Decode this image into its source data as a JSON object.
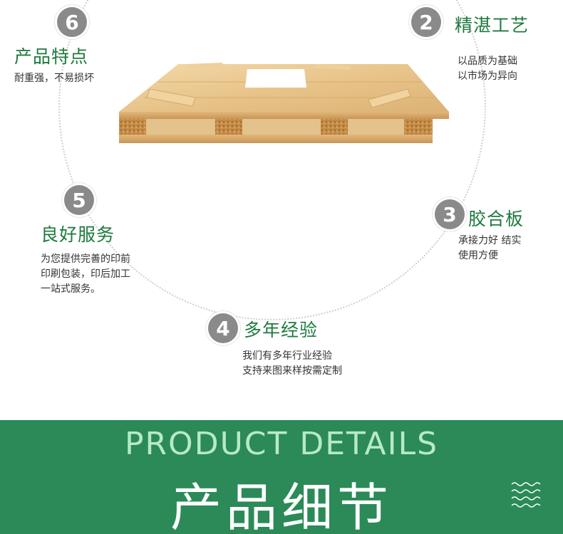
{
  "features": [
    {
      "number": "6",
      "title": "产品特点",
      "lines": [
        "耐重强，不易损坏"
      ]
    },
    {
      "number": "2",
      "title": "精湛工艺",
      "lines": [
        "以品质为基础",
        "以市场为异向"
      ]
    },
    {
      "number": "5",
      "title": "良好服务",
      "lines": [
        "为您提供完善的印前",
        "印刷包装，印后加工",
        "一站式服务。"
      ]
    },
    {
      "number": "3",
      "title": "胶合板",
      "lines": [
        "承接力好 结实",
        "使用方便"
      ]
    },
    {
      "number": "4",
      "title": "多年经验",
      "lines": [
        "我们有多年行业经验",
        "支持来图来样按需定制"
      ]
    }
  ],
  "banner": {
    "english": "PRODUCT DETAILS",
    "chinese": "产品细节"
  },
  "colors": {
    "accent_green": "#1e7a3e",
    "banner_green": "#2b8a57",
    "badge_gray": "#8a8a8a"
  }
}
